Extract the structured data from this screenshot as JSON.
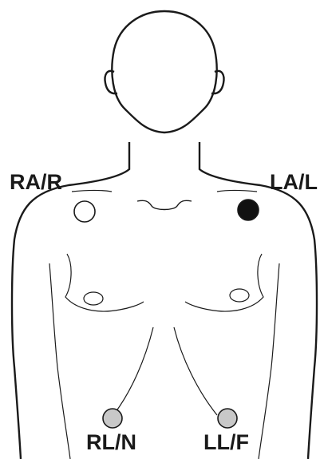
{
  "diagram": {
    "electrodes": [
      {
        "id": "ra",
        "label": "RA/R",
        "color": "#ffffff"
      },
      {
        "id": "la",
        "label": "LA/L",
        "color": "#111111"
      },
      {
        "id": "rl",
        "label": "RL/N",
        "color": "#c8c8c8"
      },
      {
        "id": "ll",
        "label": "LL/F",
        "color": "#c8c8c8"
      }
    ]
  }
}
